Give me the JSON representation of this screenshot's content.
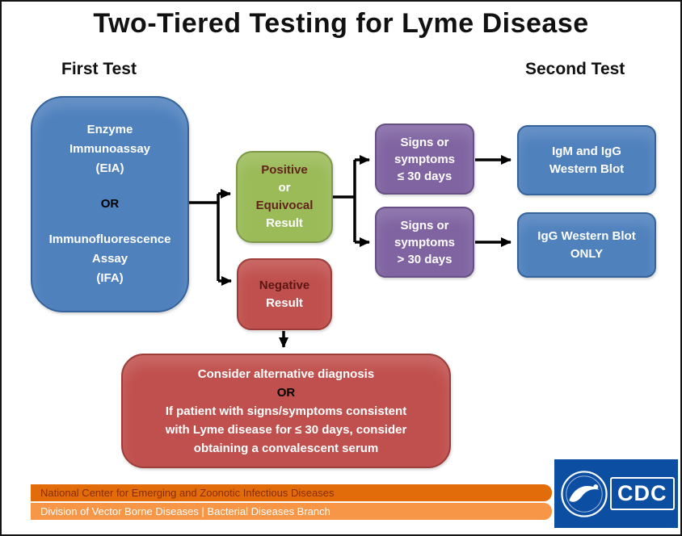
{
  "title": "Two-Tiered Testing for Lyme Disease",
  "labels": {
    "first_test": "First Test",
    "second_test": "Second Test"
  },
  "nodes": {
    "eia": {
      "l1": "Enzyme",
      "l2": "Immunoassay",
      "l3": "(EIA)",
      "or": "OR",
      "l4": "Immunofluorescence",
      "l5": "Assay",
      "l6": "(IFA)"
    },
    "positive": {
      "w1": "Positive",
      "w2": "or",
      "w3": "Equivocal",
      "w4": "Result"
    },
    "negative": {
      "w1": "Negative",
      "w2": "Result"
    },
    "signs_early": {
      "l1": "Signs or",
      "l2": "symptoms",
      "l3": "≤ 30 days"
    },
    "signs_late": {
      "l1": "Signs or",
      "l2": "symptoms",
      "l3": "> 30 days"
    },
    "igm_igg": {
      "l1": "IgM  and IgG",
      "l2": "Western Blot"
    },
    "igg_only": {
      "l1": "IgG Western Blot",
      "l2": "ONLY"
    },
    "alternative": {
      "l1": "Consider alternative diagnosis",
      "or": "OR",
      "l2": "If patient with signs/symptoms consistent",
      "l3": "with Lyme disease for ≤ 30 days, consider",
      "l4": "obtaining a convalescent serum"
    }
  },
  "footer": {
    "bar1": "National Center for Emerging and Zoonotic Infectious Diseases",
    "bar2": "Division of Vector Borne Diseases | Bacterial Diseases Branch"
  },
  "cdc": {
    "logo_text": "CDC"
  },
  "colors": {
    "node_blue": "#4f81bd",
    "node_green": "#9bbb59",
    "node_red": "#c0504d",
    "node_purple": "#8064a2",
    "footer_dark_orange": "#e36c0a",
    "footer_light_orange": "#f79646",
    "cdc_blue": "#0b4ea2",
    "arrow_black": "#000000"
  }
}
